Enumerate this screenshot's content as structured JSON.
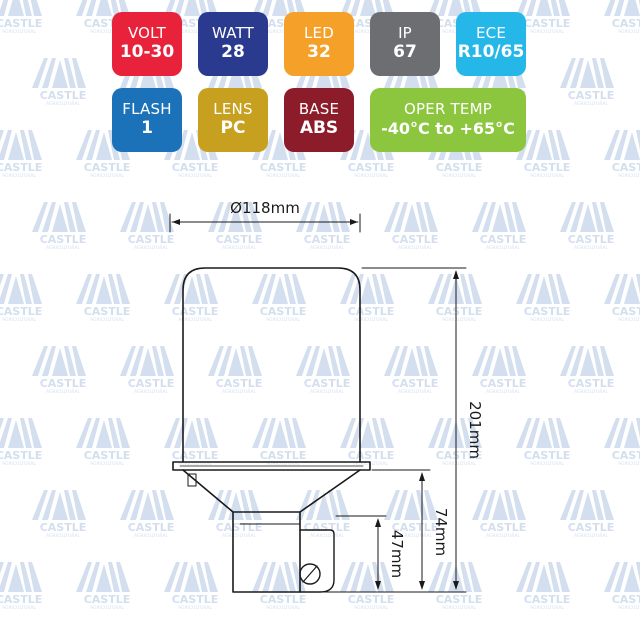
{
  "badges": [
    {
      "label": "VOLT",
      "value": "10-30",
      "color": "#e8223a"
    },
    {
      "label": "WATT",
      "value": "28",
      "color": "#2a3b8f"
    },
    {
      "label": "LED",
      "value": "32",
      "color": "#f5a028"
    },
    {
      "label": "IP",
      "value": "67",
      "color": "#6d6e71"
    },
    {
      "label": "ECE",
      "value": "R10/65",
      "color": "#25b7e8"
    },
    {
      "label": "FLASH",
      "value": "1",
      "color": "#1c72b8"
    },
    {
      "label": "LENS",
      "value": "PC",
      "color": "#c8a020"
    },
    {
      "label": "BASE",
      "value": "ABS",
      "color": "#8c1c2a"
    },
    {
      "label": "OPER TEMP",
      "value": "-40°C to +65°C",
      "color": "#8cc63f"
    }
  ],
  "dimensions": {
    "diameter": "Ø118mm",
    "total_height": "201mm",
    "base_height": "74mm",
    "bracket_height": "47mm"
  },
  "watermark": {
    "brand": "CASTLE",
    "sub": "AGRICULTURAL",
    "color": "#3a6fb5"
  },
  "colors": {
    "line": "#1a1a1a"
  }
}
